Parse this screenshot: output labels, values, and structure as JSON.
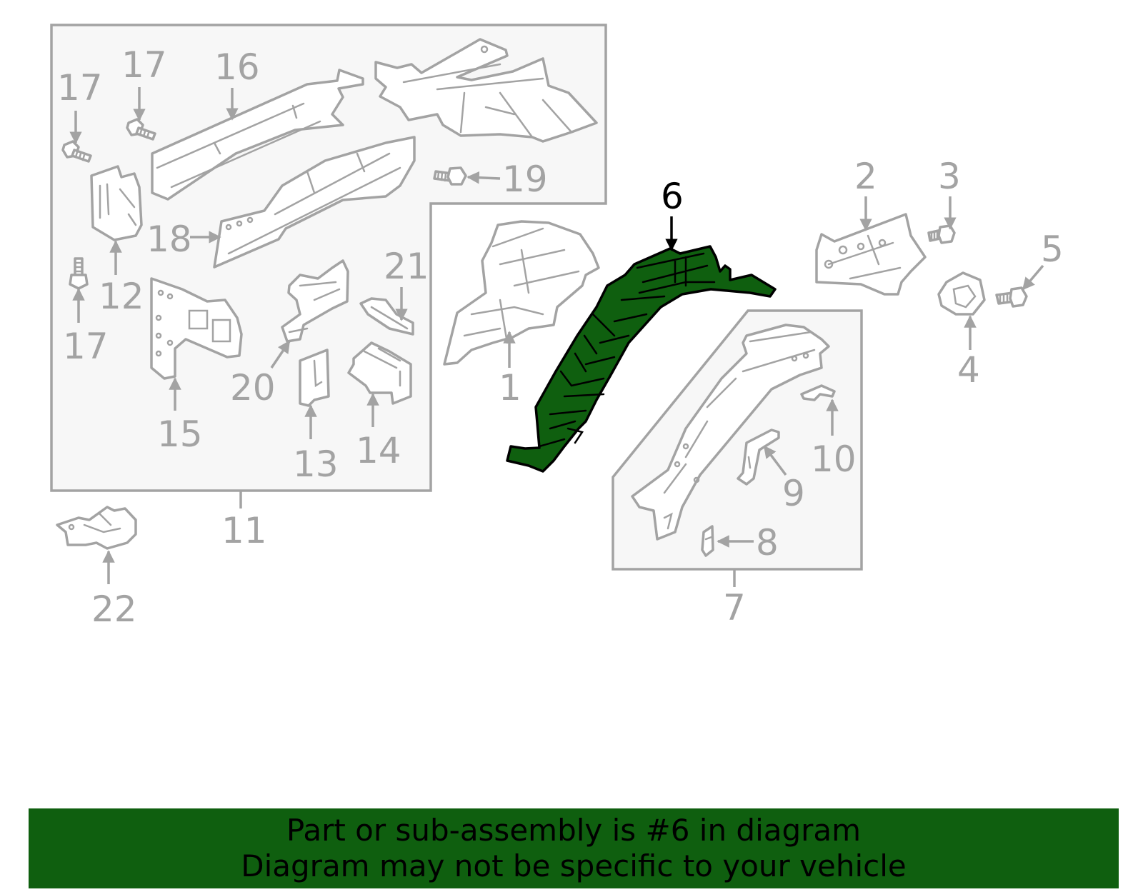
{
  "colors": {
    "line": "#a3a3a3",
    "highlight": "#0f5f0f",
    "highlight_outline": "#000000",
    "box_fill": "#f7f7f7"
  },
  "callouts": {
    "c1": "1",
    "c2": "2",
    "c3": "3",
    "c4": "4",
    "c5": "5",
    "c6": "6",
    "c7": "7",
    "c8": "8",
    "c9": "9",
    "c10": "10",
    "c11": "11",
    "c12": "12",
    "c13": "13",
    "c14": "14",
    "c15": "15",
    "c16": "16",
    "c17a": "17",
    "c17b": "17",
    "c17c": "17",
    "c18": "18",
    "c19": "19",
    "c20": "20",
    "c21": "21",
    "c22": "22"
  },
  "highlighted_part": "6",
  "banner": {
    "line1": "Part or sub-assembly is #6 in diagram",
    "line2": "Diagram may not be specific to your vehicle"
  }
}
